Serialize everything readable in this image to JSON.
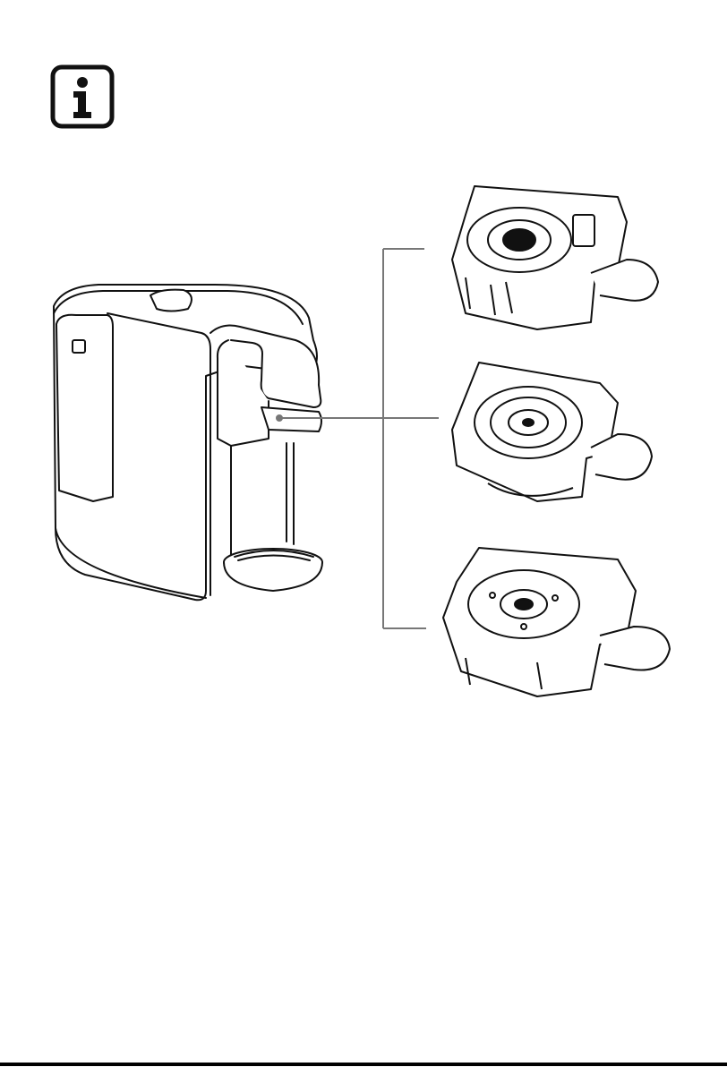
{
  "page": {
    "info_icon": "info-icon",
    "info_symbol": "i"
  },
  "figure": {
    "main_subject": "coffee-machine-illustration",
    "capsule_adapters": [
      {
        "name": "capsule-adapter-1"
      },
      {
        "name": "capsule-adapter-2"
      },
      {
        "name": "capsule-adapter-3"
      }
    ],
    "colors": {
      "stroke": "#111111",
      "background": "#ffffff",
      "connector": "#777777"
    }
  }
}
